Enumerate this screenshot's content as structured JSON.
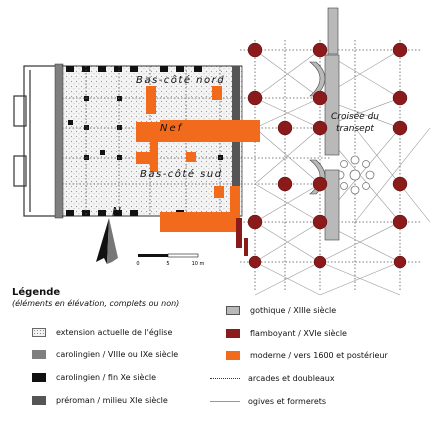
{
  "plan": {
    "labels": {
      "bas_cote_nord": "Bas-côté nord",
      "nef": "Nef",
      "bas_cote_sud": "Bas-côté sud",
      "croisee_line1": "Croisée du",
      "croisee_line2": "transept"
    },
    "north_arrow": "N",
    "scale": {
      "ticks": [
        "0",
        "5",
        "10 m"
      ]
    }
  },
  "legend": {
    "title": "Légende",
    "subtitle": "(éléments en élévation, complets ou non)",
    "items": [
      {
        "label": "extension actuelle de l'église",
        "swatch": "dotted"
      },
      {
        "label": "carolingien / VIIIe ou IXe siècle",
        "color": "#7f7f7f"
      },
      {
        "label": "carolingien / fin Xe siècle",
        "color": "#111111"
      },
      {
        "label": "préroman / milieu XIe siècle",
        "color": "#555555"
      },
      {
        "label": "gothique / XIIIe siècle",
        "color": "#b9b9b9"
      },
      {
        "label": "flamboyant / XVIe siècle",
        "color": "#8b1a1a"
      },
      {
        "label": "moderne / vers 1600 et postérieur",
        "color": "#f26a1b"
      },
      {
        "label": "arcades et doubleaux",
        "swatch": "dotted-line"
      },
      {
        "label": "ogives et formerets",
        "swatch": "thin-line"
      }
    ]
  }
}
